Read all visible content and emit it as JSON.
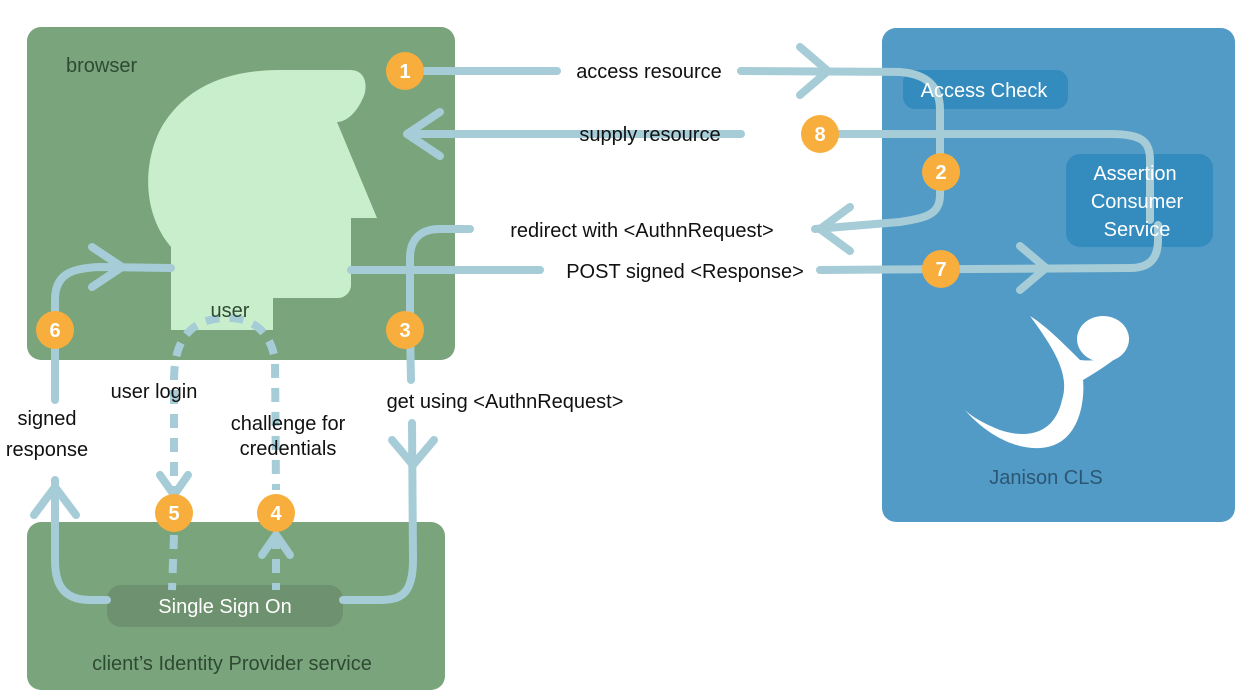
{
  "colors": {
    "browser_box": "#7aa47c",
    "idp_box": "#7aa47c",
    "sp_box": "#529bc6",
    "sp_inner": "#2e88bc",
    "head": "#c9eecb",
    "flow": "#a6ccd7",
    "badge": "#f8ae3c",
    "sso_inner": "#6c8e6d"
  },
  "boxes": {
    "browser": "browser",
    "user": "user",
    "idp": "client’s Identity Provider service",
    "sso": "Single Sign On",
    "sp": "Janison CLS",
    "access_check": "Access Check",
    "acs": [
      "Assertion",
      "Consumer",
      "Service"
    ]
  },
  "flows": {
    "f1": "access resource",
    "f8": "supply resource",
    "f2": "redirect with <AuthnRequest>",
    "f7": "POST signed <Response>",
    "f3": "get using <AuthnRequest>",
    "f5": "user login",
    "f4": [
      "challenge for",
      "credentials"
    ],
    "f6": [
      "signed",
      "response"
    ]
  },
  "badges": [
    "1",
    "2",
    "3",
    "4",
    "5",
    "6",
    "7",
    "8"
  ]
}
